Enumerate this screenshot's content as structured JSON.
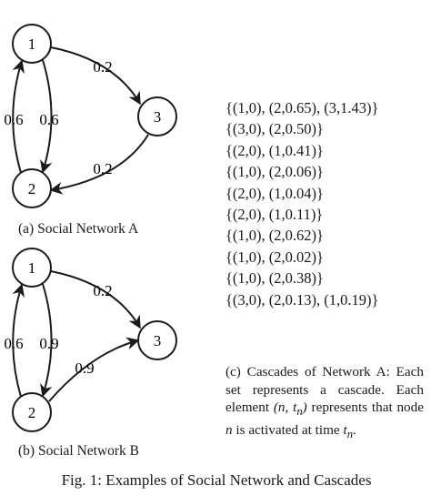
{
  "network_a": {
    "nodes": [
      {
        "id": "1",
        "label": "1"
      },
      {
        "id": "2",
        "label": "2"
      },
      {
        "id": "3",
        "label": "3"
      }
    ],
    "edges": [
      {
        "from": "1",
        "to": "3",
        "weight": "0.2"
      },
      {
        "from": "3",
        "to": "2",
        "weight": "0.2"
      },
      {
        "from": "2",
        "to": "1",
        "weight": "0.6"
      },
      {
        "from": "1",
        "to": "2",
        "weight": "0.6"
      }
    ],
    "caption": "(a) Social Network A"
  },
  "network_b": {
    "nodes": [
      {
        "id": "1",
        "label": "1"
      },
      {
        "id": "2",
        "label": "2"
      },
      {
        "id": "3",
        "label": "3"
      }
    ],
    "edges": [
      {
        "from": "1",
        "to": "3",
        "weight": "0.2"
      },
      {
        "from": "2",
        "to": "3",
        "weight": "0.9"
      },
      {
        "from": "2",
        "to": "1",
        "weight": "0.6"
      },
      {
        "from": "1",
        "to": "2",
        "weight": "0.9"
      }
    ],
    "caption": "(b) Social Network B"
  },
  "cascades": [
    "{(1,0), (2,0.65), (3,1.43)}",
    "{(3,0), (2,0.50)}",
    "{(2,0), (1,0.41)}",
    "{(1,0), (2,0.06)}",
    "{(2,0), (1,0.04)}",
    "{(2,0), (1,0.11)}",
    "{(1,0), (2,0.62)}",
    "{(1,0), (2,0.02)}",
    "{(1,0), (2,0.38)}",
    "{(3,0), (2,0.13), (1,0.19)}"
  ],
  "caption_c": {
    "text_1": "(c) Cascades of Network A: Each set represents a cascade. Each element ",
    "element_math": "(n, t",
    "element_sub": "n",
    "element_close": ")",
    "text_2": " represents that node ",
    "node_var": "n",
    "text_3": " is activated at time ",
    "time_var": "t",
    "time_sub": "n",
    "text_4": "."
  },
  "figure_caption": "Fig. 1: Examples of Social Network and Cascades"
}
